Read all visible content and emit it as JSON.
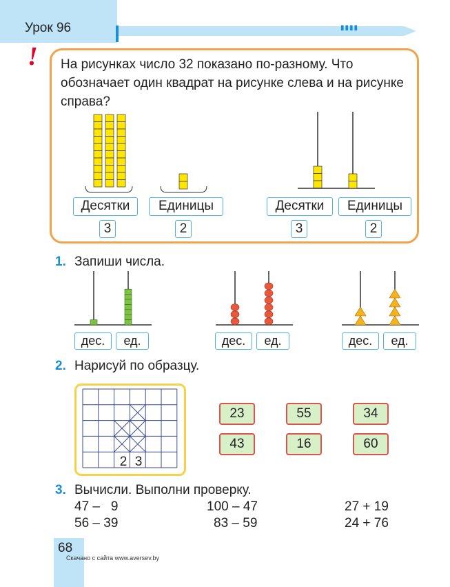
{
  "header": {
    "lesson_title": "Урок 96"
  },
  "intro": {
    "text": "На рисунках число 32 показано по-разному. Что обозначает один квадрат на рисунке слева и на рисунке справа?",
    "left": {
      "tens_label": "Десятки",
      "units_label": "Единицы",
      "tens_value": "3",
      "units_value": "2"
    },
    "right": {
      "tens_label": "Десятки",
      "units_label": "Единицы",
      "tens_value": "3",
      "units_value": "2"
    }
  },
  "task1": {
    "number": "1.",
    "text": "Запиши числа.",
    "abacus": [
      {
        "tens_label": "дес.",
        "units_label": "ед.",
        "tens": 1,
        "units": 7,
        "shape": "square",
        "color": "#7dc242"
      },
      {
        "tens_label": "дес.",
        "units_label": "ед.",
        "tens": 3,
        "units": 6,
        "shape": "bead",
        "color": "#e8583c"
      },
      {
        "tens_label": "дес.",
        "units_label": "ед.",
        "tens": 2,
        "units": 4,
        "shape": "triangle",
        "color": "#f5b21b"
      }
    ]
  },
  "task2": {
    "number": "2.",
    "text": "Нарисуй по образцу.",
    "sample_digits": [
      "2",
      "3"
    ],
    "cards": [
      "23",
      "55",
      "34",
      "43",
      "16",
      "60"
    ]
  },
  "task3": {
    "number": "3.",
    "text": "Вычисли. Выполни проверку.",
    "expressions": [
      "47 –   9",
      "100 – 47",
      "27 + 19",
      "56 – 39",
      "83 – 59",
      "24 + 76"
    ]
  },
  "footer": {
    "page_number": "68",
    "credit": "Скачано с сайта www.aversev.by"
  },
  "colors": {
    "accent_blue": "#1a8fd1",
    "light_blue": "#bfe3f7",
    "orange": "#f2a24a",
    "yellow_block": "#ffe600",
    "card_red": "#d9534f",
    "card_green": "#d8f0c8"
  }
}
